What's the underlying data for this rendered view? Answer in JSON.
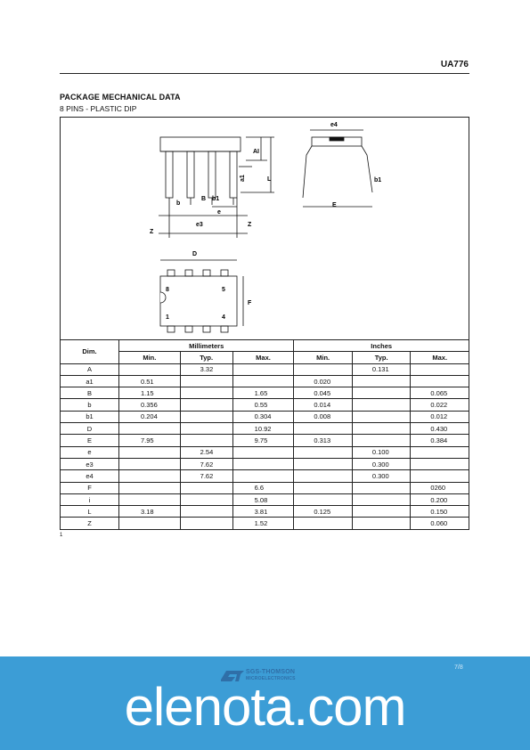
{
  "header": {
    "part_number": "UA776"
  },
  "section": {
    "title": "PACKAGE MECHANICAL DATA",
    "subtitle": "8 PINS - PLASTIC DIP"
  },
  "drawing": {
    "labels": {
      "a1": "a1",
      "L": "L",
      "A": "A",
      "I": "I",
      "b": "b",
      "B": "B",
      "b1": "b1",
      "e": "e",
      "e3": "e3",
      "Z": "Z",
      "e4": "e4",
      "E": "E",
      "D": "D",
      "F": "F",
      "pin8": "8",
      "pin5": "5",
      "pin1": "1",
      "pin4": "4"
    }
  },
  "table": {
    "dim_header": "Dim.",
    "group_headers": [
      "Millimeters",
      "Inches"
    ],
    "sub_headers": [
      "Min.",
      "Typ.",
      "Max.",
      "Min.",
      "Typ.",
      "Max."
    ],
    "rows": [
      [
        "A",
        "",
        "3.32",
        "",
        "",
        "0.131",
        ""
      ],
      [
        "a1",
        "0.51",
        "",
        "",
        "0.020",
        "",
        ""
      ],
      [
        "B",
        "1.15",
        "",
        "1.65",
        "0.045",
        "",
        "0.065"
      ],
      [
        "b",
        "0.356",
        "",
        "0.55",
        "0.014",
        "",
        "0.022"
      ],
      [
        "b1",
        "0.204",
        "",
        "0.304",
        "0.008",
        "",
        "0.012"
      ],
      [
        "D",
        "",
        "",
        "10.92",
        "",
        "",
        "0.430"
      ],
      [
        "E",
        "7.95",
        "",
        "9.75",
        "0.313",
        "",
        "0.384"
      ],
      [
        "e",
        "",
        "2.54",
        "",
        "",
        "0.100",
        ""
      ],
      [
        "e3",
        "",
        "7.62",
        "",
        "",
        "0.300",
        ""
      ],
      [
        "e4",
        "",
        "7.62",
        "",
        "",
        "0.300",
        ""
      ],
      [
        "F",
        "",
        "",
        "6.6",
        "",
        "",
        "0260"
      ],
      [
        "i",
        "",
        "",
        "5.08",
        "",
        "",
        "0.200"
      ],
      [
        "L",
        "3.18",
        "",
        "3.81",
        "0.125",
        "",
        "0.150"
      ],
      [
        "Z",
        "",
        "",
        "1.52",
        "",
        "",
        "0.060"
      ]
    ]
  },
  "footnote": "1",
  "footer": {
    "brand": "SGS-THOMSON",
    "brand_sub": "MICROELECTRONICS",
    "page": "7/8",
    "watermark": "elenota.com"
  }
}
